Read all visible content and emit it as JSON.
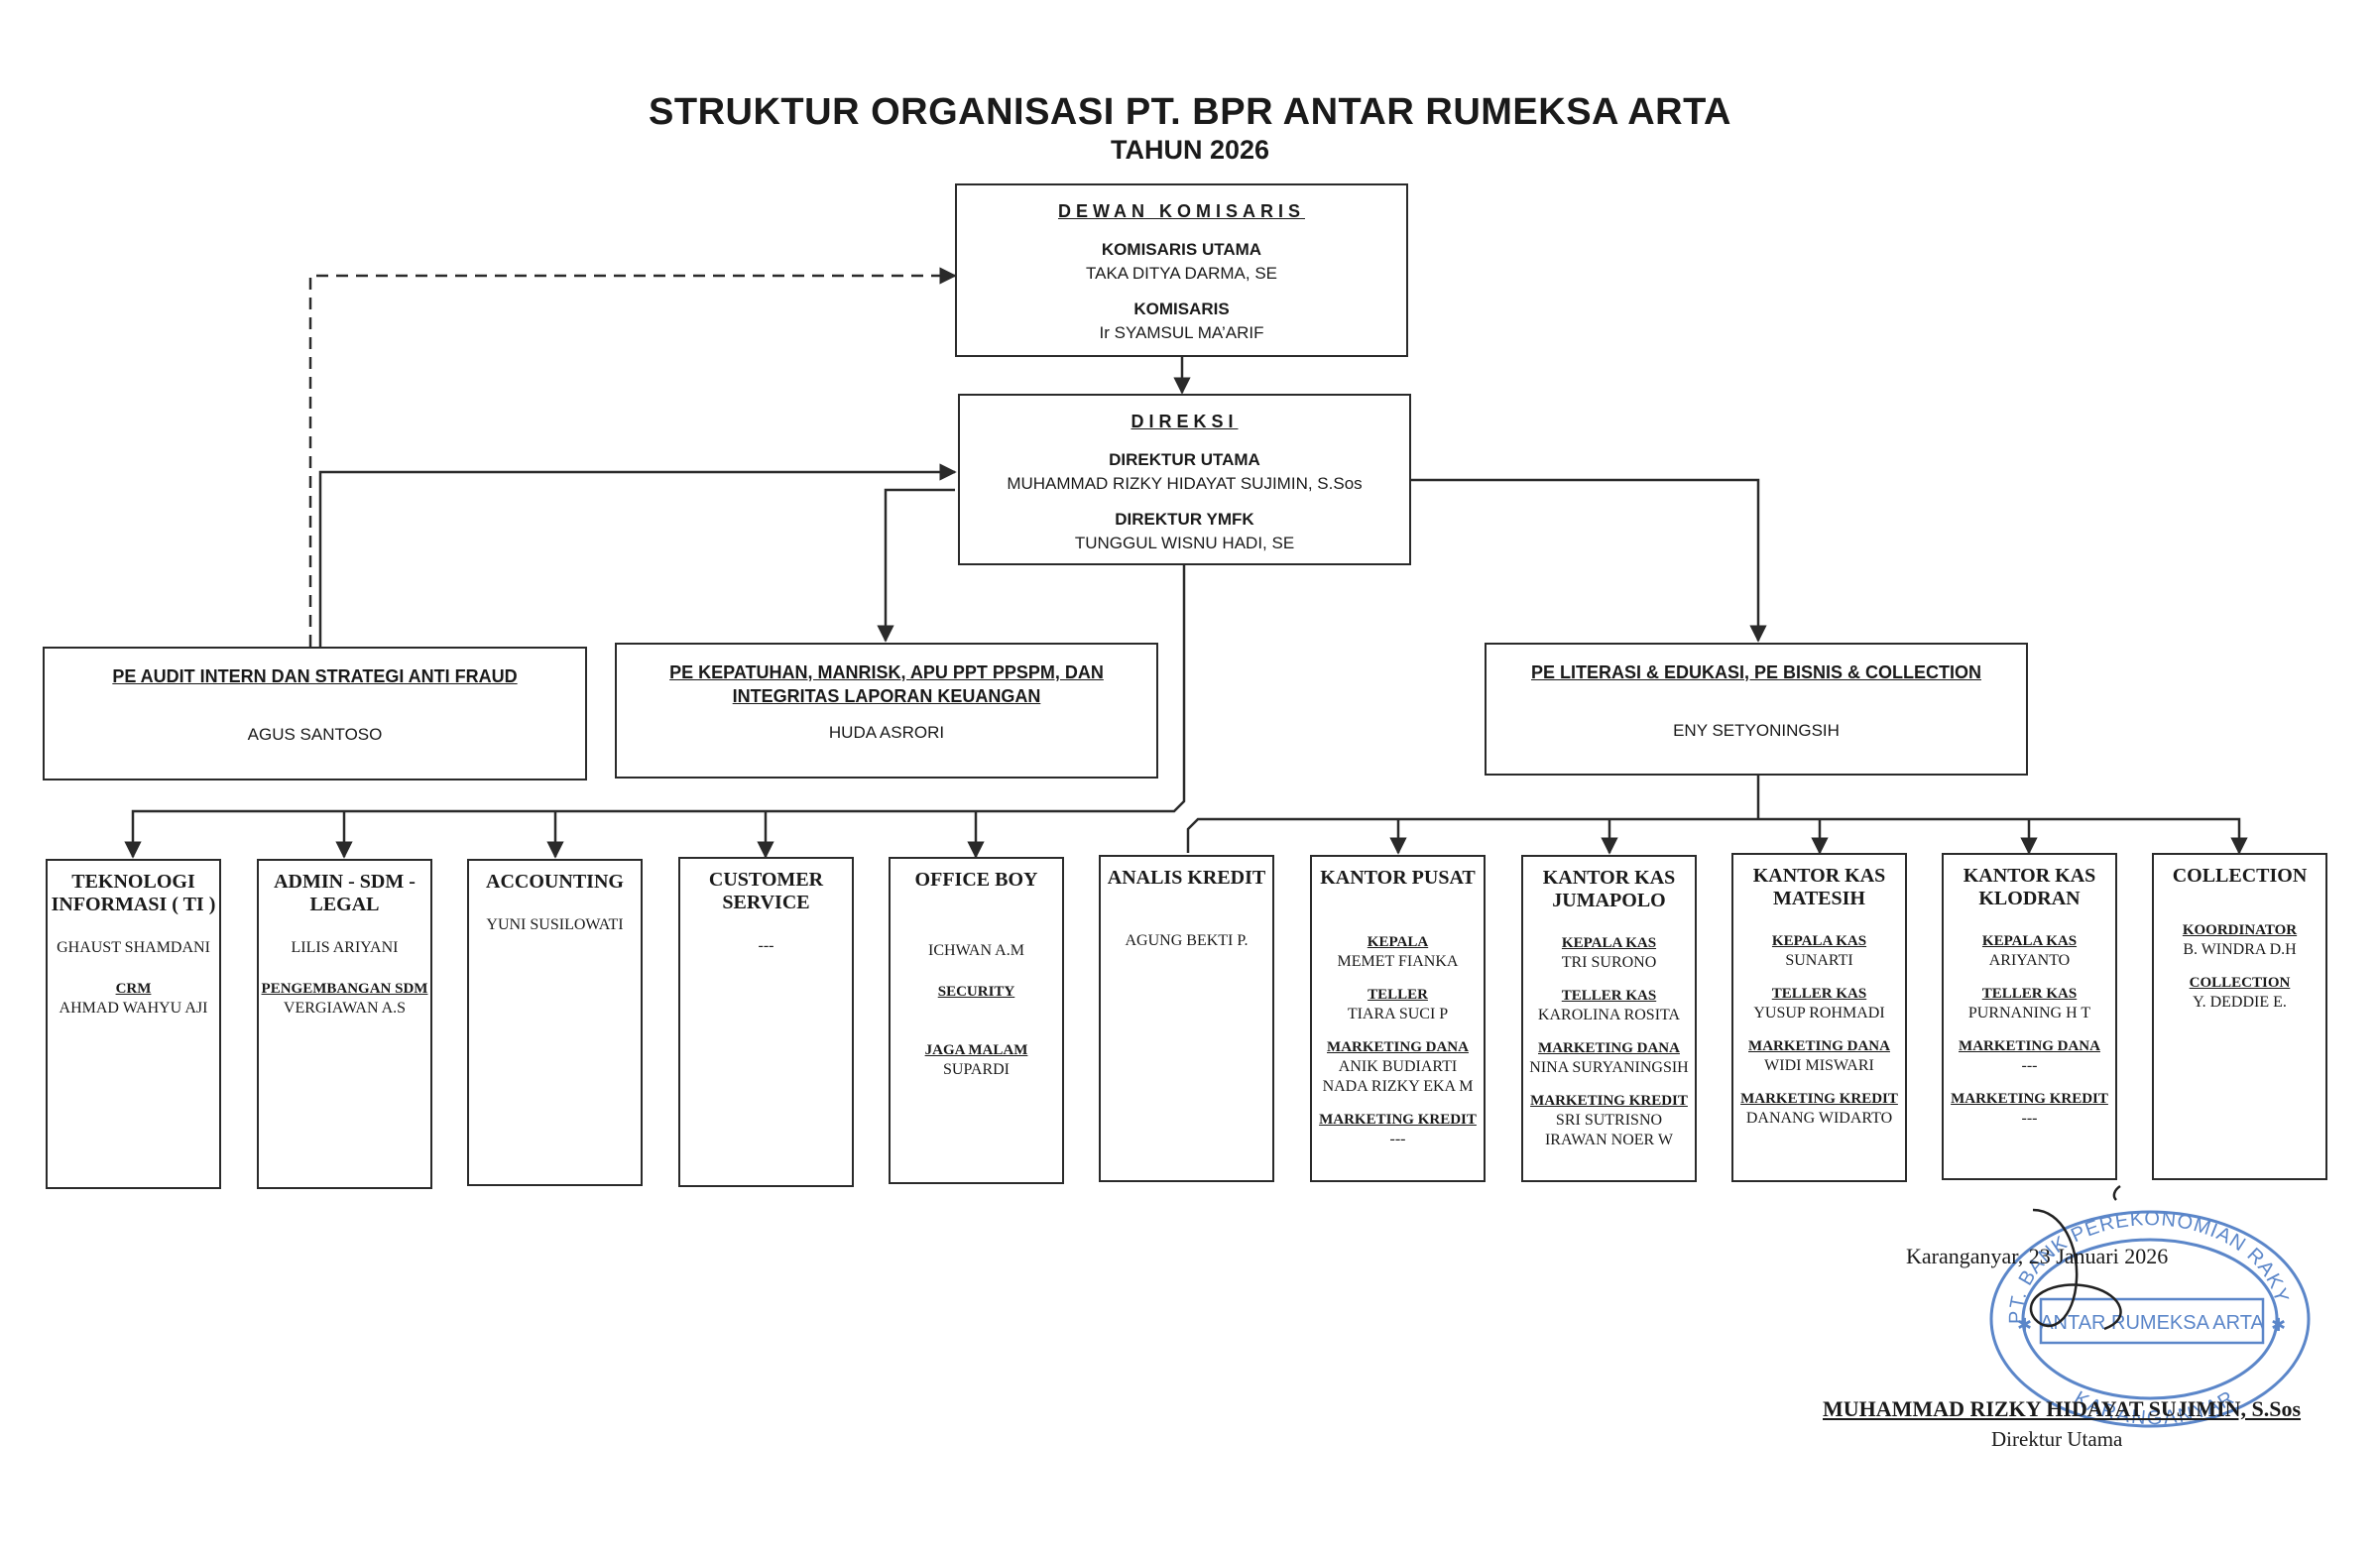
{
  "title": "STRUKTUR ORGANISASI PT. BPR ANTAR RUMEKSA ARTA",
  "year": "TAHUN 2026",
  "komisaris": {
    "header": "DEWAN KOMISARIS",
    "role1": "KOMISARIS UTAMA",
    "name1": "TAKA DITYA DARMA, SE",
    "role2": "KOMISARIS",
    "name2": "Ir SYAMSUL MA’ARIF"
  },
  "direksi": {
    "header": "DIREKSI",
    "role1": "DIREKTUR UTAMA",
    "name1": "MUHAMMAD RIZKY HIDAYAT SUJIMIN, S.Sos",
    "role2": "DIREKTUR YMFK",
    "name2": "TUNGGUL WISNU HADI, SE"
  },
  "pe_audit": {
    "header": "PE AUDIT INTERN DAN STRATEGI ANTI FRAUD",
    "name": "AGUS SANTOSO"
  },
  "pe_kepatuhan": {
    "header_line1": "PE KEPATUHAN, MANRISK, APU PPT PPSPM, DAN",
    "header_line2": "INTEGRITAS LAPORAN KEUANGAN",
    "name": "HUDA ASRORI"
  },
  "pe_literasi": {
    "header": "PE LITERASI & EDUKASI, PE BISNIS & COLLECTION",
    "name": "ENY SETYONINGSIH"
  },
  "departments": {
    "ti": {
      "line1": "TEKNOLOGI",
      "line2": "INFORMASI ( TI )",
      "name": "GHAUST SHAMDANI",
      "crm_label": "CRM",
      "crm_name": "AHMAD WAHYU AJI"
    },
    "admin": {
      "line1": "ADMIN - SDM -",
      "line2": "LEGAL",
      "name": "LILIS ARIYANI",
      "pengembangan_label": "PENGEMBANGAN SDM",
      "pengembangan_name": "VERGIAWAN A.S"
    },
    "accounting": {
      "title": "ACCOUNTING",
      "name": "YUNI SUSILOWATI"
    },
    "cs": {
      "line1": "CUSTOMER",
      "line2": "SERVICE",
      "name": "---"
    },
    "office_boy": {
      "title": "OFFICE BOY",
      "name": "ICHWAN A.M",
      "security_label": "SECURITY",
      "jaga_label": "JAGA MALAM",
      "jaga_name": "SUPARDI"
    },
    "analis": {
      "title": "ANALIS KREDIT",
      "name": "AGUNG BEKTI P."
    },
    "pusat": {
      "title": "KANTOR PUSAT",
      "kepala_label": "KEPALA",
      "kepala_name": "MEMET FIANKA",
      "teller_label": "TELLER",
      "teller_name": "TIARA SUCI P",
      "md_label": "MARKETING DANA",
      "md_name1": "ANIK BUDIARTI",
      "md_name2": "NADA RIZKY EKA M",
      "mk_label": "MARKETING KREDIT",
      "mk_name": "---"
    },
    "jumapolo": {
      "line1": "KANTOR KAS",
      "line2": "JUMAPOLO",
      "kepala_label": "KEPALA KAS",
      "kepala_name": "TRI SURONO",
      "teller_label": "TELLER KAS",
      "teller_name": "KAROLINA ROSITA",
      "md_label": "MARKETING DANA",
      "md_name": "NINA SURYANINGSIH",
      "mk_label": "MARKETING KREDIT",
      "mk_name1": "SRI SUTRISNO",
      "mk_name2": "IRAWAN NOER W"
    },
    "matesih": {
      "line1": "KANTOR KAS",
      "line2": "MATESIH",
      "kepala_label": "KEPALA KAS",
      "kepala_name": "SUNARTI",
      "teller_label": "TELLER KAS",
      "teller_name": "YUSUP ROHMADI",
      "md_label": "MARKETING DANA",
      "md_name": "WIDI MISWARI",
      "mk_label": "MARKETING KREDIT",
      "mk_name": "DANANG WIDARTO"
    },
    "klodran": {
      "line1": "KANTOR KAS",
      "line2": "KLODRAN",
      "kepala_label": "KEPALA KAS",
      "kepala_name": "ARIYANTO",
      "teller_label": "TELLER KAS",
      "teller_name": "PURNANING H T",
      "md_label": "MARKETING DANA",
      "md_name": "---",
      "mk_label": "MARKETING KREDIT",
      "mk_name": "---"
    },
    "collection": {
      "title": "COLLECTION",
      "koordinator_label": "KOORDINATOR",
      "koordinator_name": "B. WINDRA D.H",
      "collection_label": "COLLECTION",
      "collection_name": "Y. DEDDIE E."
    }
  },
  "signature": {
    "place_date": "Karanganyar, 23 Januari 2026",
    "name": "MUHAMMAD RIZKY HIDAYAT SUJIMIN, S.Sos",
    "role": "Direktur Utama"
  },
  "stamp": {
    "top_text": "PT. BANK PEREKONOMIAN RAKYAT",
    "middle_text": "ANTAR RUMEKSA ARTA",
    "bottom_text": "KARANGANYAR",
    "color": "#5b86c9"
  }
}
